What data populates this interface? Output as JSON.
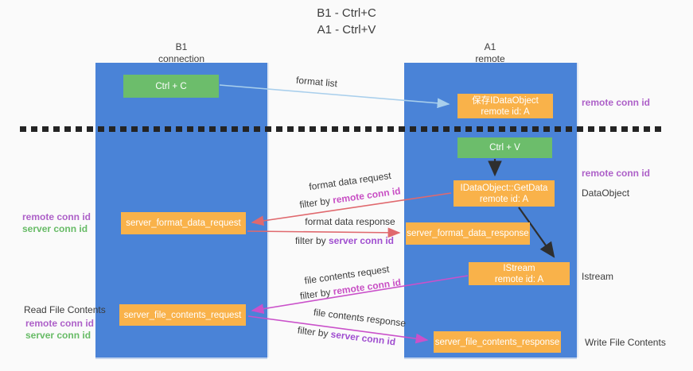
{
  "title": {
    "line1": "B1 - Ctrl+C",
    "line2": "A1 - Ctrl+V"
  },
  "lifelines": {
    "left": {
      "title": "B1",
      "subtitle": "connection"
    },
    "right": {
      "title": "A1",
      "subtitle": "remote"
    }
  },
  "nodes": {
    "ctrl_c": {
      "label": "Ctrl + C"
    },
    "ctrl_v": {
      "label": "Ctrl + V"
    },
    "save_idataobject": {
      "line1": "保存IDataObject",
      "line2": "remote id: A"
    },
    "getdata": {
      "line1": "IDataObject::GetData",
      "line2": "remote id: A"
    },
    "istream": {
      "line1": "IStream",
      "line2": "remote id: A"
    },
    "server_format_data_request": {
      "label": "server_format_data_request"
    },
    "server_format_data_response": {
      "label": "server_format_data_response"
    },
    "server_file_contents_request": {
      "label": "server_file_contents_request"
    },
    "server_file_contents_response": {
      "label": "server_file_contents_response"
    }
  },
  "edges": {
    "format_list": {
      "label": "format list"
    },
    "format_data_request": {
      "label": "format data request",
      "filter_prefix": "filter by ",
      "filter_key": "remote conn id"
    },
    "format_data_response": {
      "label": "format data response",
      "filter_prefix": "filter by ",
      "filter_key": "server conn id"
    },
    "file_contents_request": {
      "label": "file contents request",
      "filter_prefix": "filter by ",
      "filter_key": "remote conn id"
    },
    "file_contents_response": {
      "label": "file contents response",
      "filter_prefix": "filter by ",
      "filter_key": "server conn id"
    }
  },
  "annotations": {
    "right_remote_conn_id_top": "remote conn id",
    "right_remote_conn_id_mid": "remote conn id",
    "right_dataobject": "DataObject",
    "right_istream": "Istream",
    "right_write_file_contents": "Write File Contents",
    "left_remote_conn_id_1": "remote conn id",
    "left_server_conn_id_1": "server conn id",
    "left_read_file_contents": "Read File Contents",
    "left_remote_conn_id_2": "remote conn id",
    "left_server_conn_id_2": "server conn id"
  },
  "colors": {
    "lifeline_blue": "#4a83d7",
    "node_green": "#6cbd6b",
    "node_orange": "#f9b24a",
    "arrow_lightblue": "#a9cfec",
    "arrow_red": "#e0696e",
    "arrow_magenta": "#ca51ca",
    "arrow_black": "#2e2e2e",
    "label_purple": "#ad60c8",
    "label_magenta": "#c84fc4",
    "label_green": "#67bb66"
  }
}
